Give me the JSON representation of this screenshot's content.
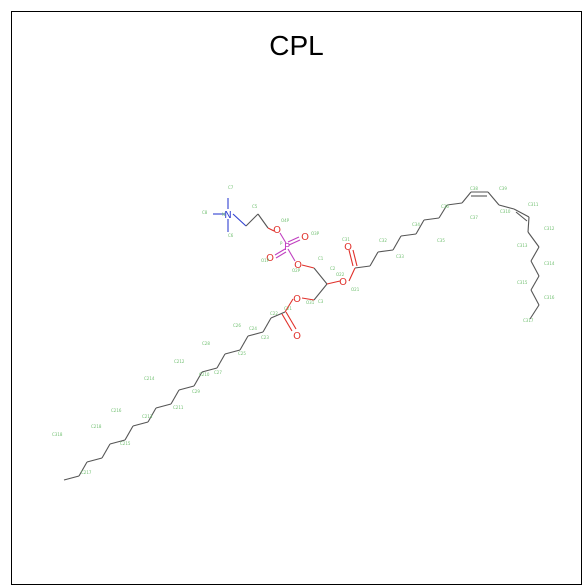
{
  "title": "CPL",
  "colors": {
    "frame": "#000000",
    "bond": "#555555",
    "oxygen": "#e0302a",
    "phosphorus": "#c040c0",
    "nitrogen": "#3040d0",
    "atom_label": "#6fbf6f"
  },
  "atoms": [
    {
      "id": "N",
      "element": "N",
      "text": "N"
    },
    {
      "id": "P",
      "element": "P",
      "text": "P"
    },
    {
      "id": "O1",
      "element": "O",
      "text": "O"
    },
    {
      "id": "O2",
      "element": "O",
      "text": "O"
    },
    {
      "id": "O3",
      "element": "O",
      "text": "O"
    },
    {
      "id": "O4",
      "element": "O",
      "text": "O"
    },
    {
      "id": "O5",
      "element": "O",
      "text": "O"
    },
    {
      "id": "O6",
      "element": "O",
      "text": "O"
    },
    {
      "id": "O7",
      "element": "O",
      "text": "O"
    },
    {
      "id": "O8",
      "element": "O",
      "text": "O"
    }
  ],
  "annotations": [
    "C7",
    "C8",
    "N",
    "C6",
    "C5",
    "O4P",
    "O3P",
    "P",
    "O1P",
    "O2P",
    "C1",
    "C2",
    "O22",
    "C3",
    "O21",
    "O31",
    "C21",
    "C22",
    "C23",
    "C24",
    "C25",
    "C26",
    "C27",
    "C28",
    "C29",
    "C210",
    "C211",
    "C212",
    "C213",
    "C214",
    "C215",
    "C216",
    "C217",
    "C218",
    "C31",
    "C32",
    "C33",
    "C34",
    "C35",
    "C36",
    "C37",
    "C38",
    "C39",
    "C310",
    "C311",
    "C312",
    "C313",
    "C314",
    "C315",
    "C316",
    "C317",
    "C318"
  ]
}
